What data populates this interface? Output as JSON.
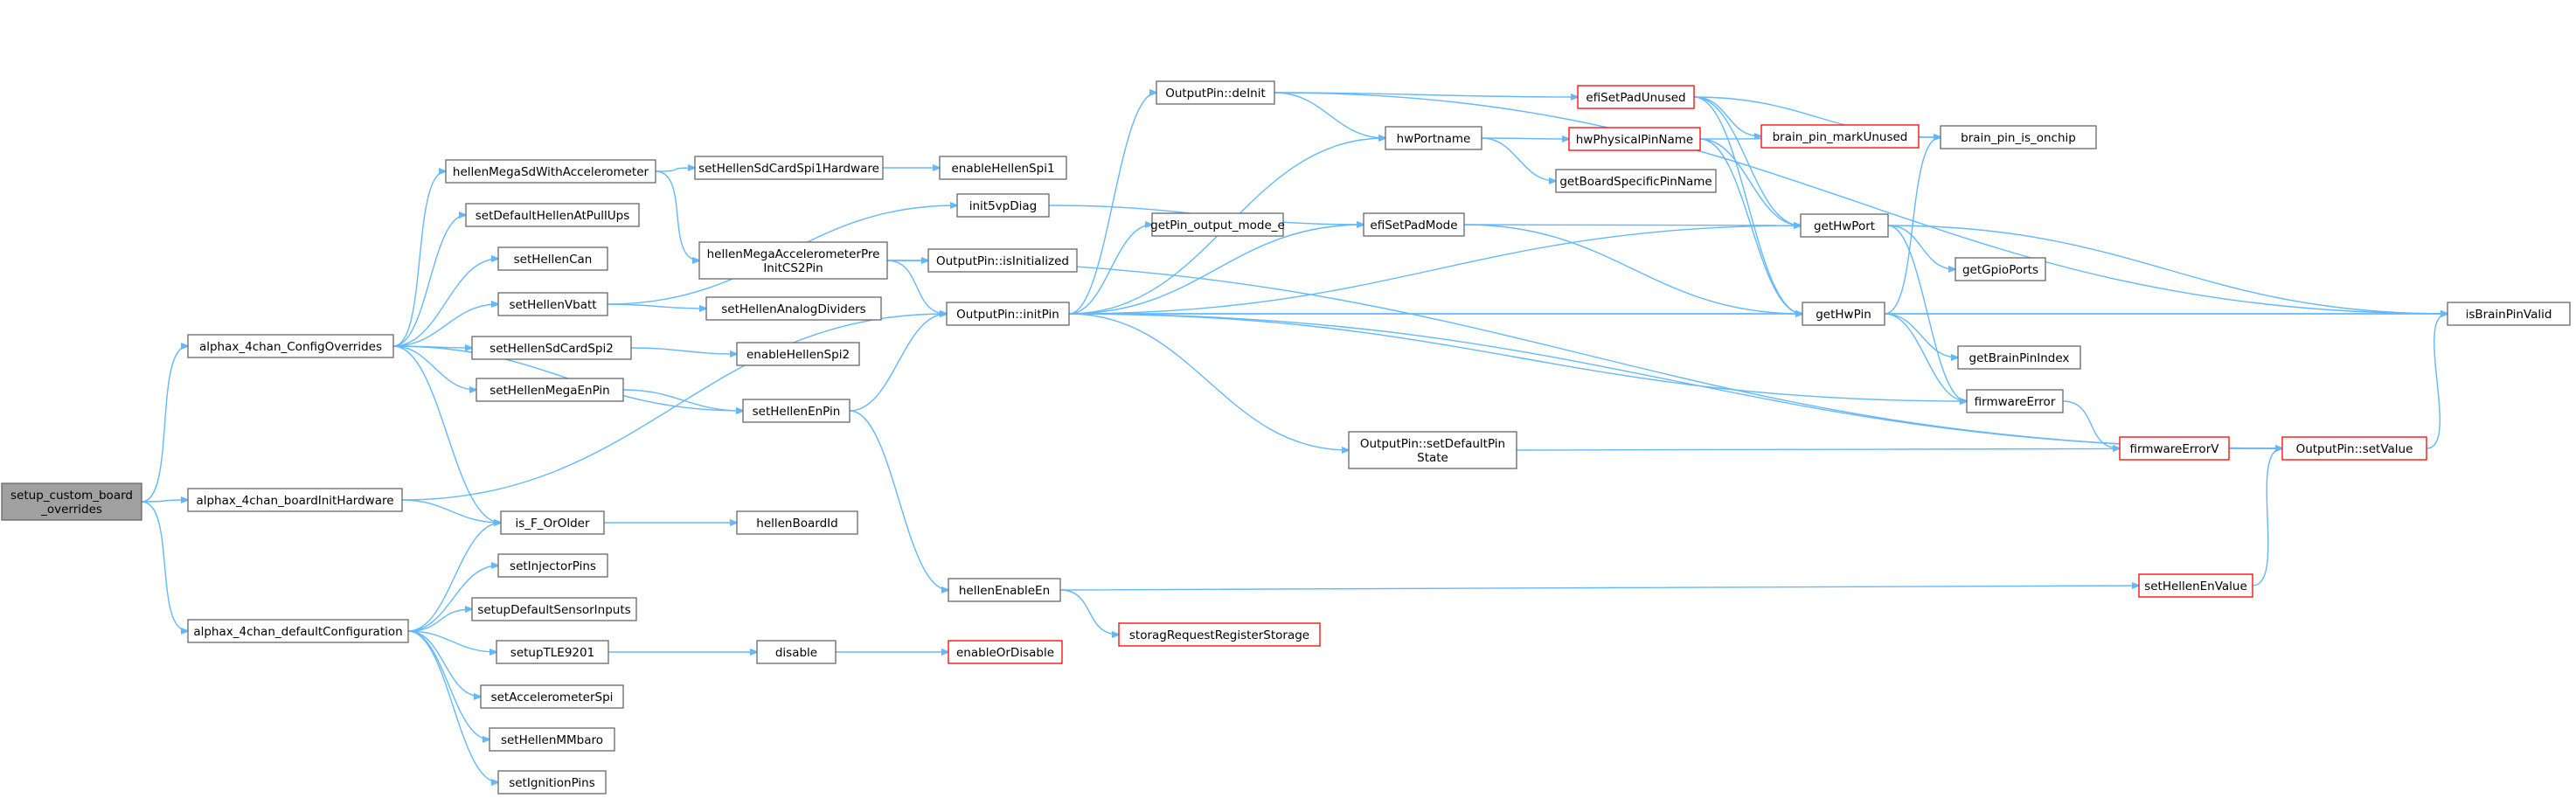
{
  "diagram": {
    "colors": {
      "edge": "#63b8ff",
      "node_border": "#666666",
      "truncated_border": "#ff0000",
      "root_fill": "#a0a0a0"
    },
    "nodes": [
      {
        "id": "root",
        "lines": [
          "setup_custom_board",
          "_overrides"
        ],
        "root": true
      },
      {
        "id": "cfgOverrides",
        "lines": [
          "alphax_4chan_ConfigOverrides"
        ]
      },
      {
        "id": "boardInit",
        "lines": [
          "alphax_4chan_boardInitHardware"
        ]
      },
      {
        "id": "defaultCfg",
        "lines": [
          "alphax_4chan_defaultConfiguration"
        ]
      },
      {
        "id": "hellenMegaSd",
        "lines": [
          "hellenMegaSdWithAccelerometer"
        ]
      },
      {
        "id": "setDefPullUps",
        "lines": [
          "setDefaultHellenAtPullUps"
        ]
      },
      {
        "id": "setHellenCan",
        "lines": [
          "setHellenCan"
        ]
      },
      {
        "id": "setHellenVbatt",
        "lines": [
          "setHellenVbatt"
        ]
      },
      {
        "id": "setSdSpi2",
        "lines": [
          "setHellenSdCardSpi2"
        ]
      },
      {
        "id": "setMegaEnPin",
        "lines": [
          "setHellenMegaEnPin"
        ]
      },
      {
        "id": "isFOrOlder",
        "lines": [
          "is_F_OrOlder"
        ]
      },
      {
        "id": "setInjPins",
        "lines": [
          "setInjectorPins"
        ]
      },
      {
        "id": "setupDefSensors",
        "lines": [
          "setupDefaultSensorInputs"
        ]
      },
      {
        "id": "setupTLE",
        "lines": [
          "setupTLE9201"
        ]
      },
      {
        "id": "setAccelSpi",
        "lines": [
          "setAccelerometerSpi"
        ]
      },
      {
        "id": "setMMbaro",
        "lines": [
          "setHellenMMbaro"
        ]
      },
      {
        "id": "setIgnPins",
        "lines": [
          "setIgnitionPins"
        ]
      },
      {
        "id": "setSdSpi1Hw",
        "lines": [
          "setHellenSdCardSpi1Hardware"
        ]
      },
      {
        "id": "megaAccelPre",
        "lines": [
          "hellenMegaAccelerometerPre",
          "InitCS2Pin"
        ]
      },
      {
        "id": "init5vp",
        "lines": [
          "init5vpDiag"
        ]
      },
      {
        "id": "setAnalogDiv",
        "lines": [
          "setHellenAnalogDividers"
        ]
      },
      {
        "id": "enableSpi2",
        "lines": [
          "enableHellenSpi2"
        ]
      },
      {
        "id": "setEnPin",
        "lines": [
          "setHellenEnPin"
        ]
      },
      {
        "id": "hellenBoardId",
        "lines": [
          "hellenBoardId"
        ]
      },
      {
        "id": "disable",
        "lines": [
          "disable"
        ]
      },
      {
        "id": "enableSpi1",
        "lines": [
          "enableHellenSpi1"
        ]
      },
      {
        "id": "isInitialized",
        "lines": [
          "OutputPin::isInitialized"
        ]
      },
      {
        "id": "initPin",
        "lines": [
          "OutputPin::initPin"
        ]
      },
      {
        "id": "hellenEnableEn",
        "lines": [
          "hellenEnableEn"
        ]
      },
      {
        "id": "enableOrDisable",
        "lines": [
          "enableOrDisable"
        ],
        "truncated": true
      },
      {
        "id": "storagReq",
        "lines": [
          "storagRequestRegisterStorage"
        ],
        "truncated": true
      },
      {
        "id": "deInit",
        "lines": [
          "OutputPin::deInit"
        ]
      },
      {
        "id": "getPinOutMode",
        "lines": [
          "getPin_output_mode_e"
        ]
      },
      {
        "id": "setDefPinState",
        "lines": [
          "OutputPin::setDefaultPin",
          "State"
        ]
      },
      {
        "id": "efiSetPadUnused",
        "lines": [
          "efiSetPadUnused"
        ],
        "truncated": true
      },
      {
        "id": "hwPortname",
        "lines": [
          "hwPortname"
        ]
      },
      {
        "id": "efiSetPadMode",
        "lines": [
          "efiSetPadMode"
        ]
      },
      {
        "id": "hwPhysPinName",
        "lines": [
          "hwPhysicalPinName"
        ],
        "truncated": true
      },
      {
        "id": "getBoardSpecPin",
        "lines": [
          "getBoardSpecificPinName"
        ]
      },
      {
        "id": "brainMarkUnused",
        "lines": [
          "brain_pin_markUnused"
        ],
        "truncated": true
      },
      {
        "id": "brainOnchip",
        "lines": [
          "brain_pin_is_onchip"
        ]
      },
      {
        "id": "getHwPort",
        "lines": [
          "getHwPort"
        ]
      },
      {
        "id": "getHwPin",
        "lines": [
          "getHwPin"
        ]
      },
      {
        "id": "getGpioPorts",
        "lines": [
          "getGpioPorts"
        ]
      },
      {
        "id": "getBrainPinIdx",
        "lines": [
          "getBrainPinIndex"
        ]
      },
      {
        "id": "firmwareError",
        "lines": [
          "firmwareError"
        ]
      },
      {
        "id": "firmwareErrorV",
        "lines": [
          "firmwareErrorV"
        ],
        "truncated": true
      },
      {
        "id": "setValue",
        "lines": [
          "OutputPin::setValue"
        ],
        "truncated": true
      },
      {
        "id": "setEnValue",
        "lines": [
          "setHellenEnValue"
        ],
        "truncated": true
      },
      {
        "id": "isBrainPinValid",
        "lines": [
          "isBrainPinValid"
        ]
      }
    ],
    "edges": [
      [
        "root",
        "cfgOverrides"
      ],
      [
        "root",
        "boardInit"
      ],
      [
        "root",
        "defaultCfg"
      ],
      [
        "cfgOverrides",
        "hellenMegaSd"
      ],
      [
        "cfgOverrides",
        "setDefPullUps"
      ],
      [
        "cfgOverrides",
        "setHellenCan"
      ],
      [
        "cfgOverrides",
        "setHellenVbatt"
      ],
      [
        "cfgOverrides",
        "setSdSpi2"
      ],
      [
        "cfgOverrides",
        "setMegaEnPin"
      ],
      [
        "cfgOverrides",
        "setEnPin"
      ],
      [
        "cfgOverrides",
        "isFOrOlder"
      ],
      [
        "boardInit",
        "isFOrOlder"
      ],
      [
        "boardInit",
        "initPin"
      ],
      [
        "defaultCfg",
        "isFOrOlder"
      ],
      [
        "defaultCfg",
        "setInjPins"
      ],
      [
        "defaultCfg",
        "setupDefSensors"
      ],
      [
        "defaultCfg",
        "setupTLE"
      ],
      [
        "defaultCfg",
        "setAccelSpi"
      ],
      [
        "defaultCfg",
        "setMMbaro"
      ],
      [
        "defaultCfg",
        "setIgnPins"
      ],
      [
        "hellenMegaSd",
        "setSdSpi1Hw"
      ],
      [
        "hellenMegaSd",
        "megaAccelPre"
      ],
      [
        "setHellenVbatt",
        "init5vp"
      ],
      [
        "setHellenVbatt",
        "setAnalogDiv"
      ],
      [
        "setSdSpi2",
        "enableSpi2"
      ],
      [
        "setMegaEnPin",
        "setEnPin"
      ],
      [
        "isFOrOlder",
        "hellenBoardId"
      ],
      [
        "setupTLE",
        "disable"
      ],
      [
        "setSdSpi1Hw",
        "enableSpi1"
      ],
      [
        "megaAccelPre",
        "isInitialized"
      ],
      [
        "megaAccelPre",
        "initPin"
      ],
      [
        "megaAccelPre",
        "setValue"
      ],
      [
        "init5vp",
        "efiSetPadMode"
      ],
      [
        "setEnPin",
        "initPin"
      ],
      [
        "setEnPin",
        "hellenEnableEn"
      ],
      [
        "disable",
        "enableOrDisable"
      ],
      [
        "initPin",
        "deInit"
      ],
      [
        "initPin",
        "hwPortname"
      ],
      [
        "initPin",
        "getPinOutMode"
      ],
      [
        "initPin",
        "efiSetPadMode"
      ],
      [
        "initPin",
        "getHwPort"
      ],
      [
        "initPin",
        "getHwPin"
      ],
      [
        "initPin",
        "firmwareError"
      ],
      [
        "initPin",
        "setDefPinState"
      ],
      [
        "initPin",
        "setValue"
      ],
      [
        "initPin",
        "isBrainPinValid"
      ],
      [
        "hellenEnableEn",
        "setEnValue"
      ],
      [
        "hellenEnableEn",
        "storagReq"
      ],
      [
        "deInit",
        "efiSetPadUnused"
      ],
      [
        "deInit",
        "hwPortname"
      ],
      [
        "deInit",
        "isBrainPinValid"
      ],
      [
        "efiSetPadUnused",
        "brainMarkUnused"
      ],
      [
        "efiSetPadUnused",
        "brainOnchip"
      ],
      [
        "efiSetPadUnused",
        "getHwPort"
      ],
      [
        "efiSetPadUnused",
        "getHwPin"
      ],
      [
        "hwPortname",
        "hwPhysPinName"
      ],
      [
        "hwPortname",
        "getBoardSpecPin"
      ],
      [
        "hwPhysPinName",
        "brainOnchip"
      ],
      [
        "hwPhysPinName",
        "getHwPort"
      ],
      [
        "hwPhysPinName",
        "getHwPin"
      ],
      [
        "efiSetPadMode",
        "getHwPort"
      ],
      [
        "efiSetPadMode",
        "getHwPin"
      ],
      [
        "getHwPort",
        "getGpioPorts"
      ],
      [
        "getHwPort",
        "isBrainPinValid"
      ],
      [
        "getHwPort",
        "firmwareError"
      ],
      [
        "getHwPin",
        "brainOnchip"
      ],
      [
        "getHwPin",
        "getBrainPinIdx"
      ],
      [
        "getHwPin",
        "isBrainPinValid"
      ],
      [
        "getHwPin",
        "firmwareError"
      ],
      [
        "firmwareError",
        "firmwareErrorV"
      ],
      [
        "firmwareErrorV",
        "setValue"
      ],
      [
        "setDefPinState",
        "setValue"
      ],
      [
        "setEnValue",
        "setValue"
      ],
      [
        "setValue",
        "isBrainPinValid"
      ]
    ]
  }
}
